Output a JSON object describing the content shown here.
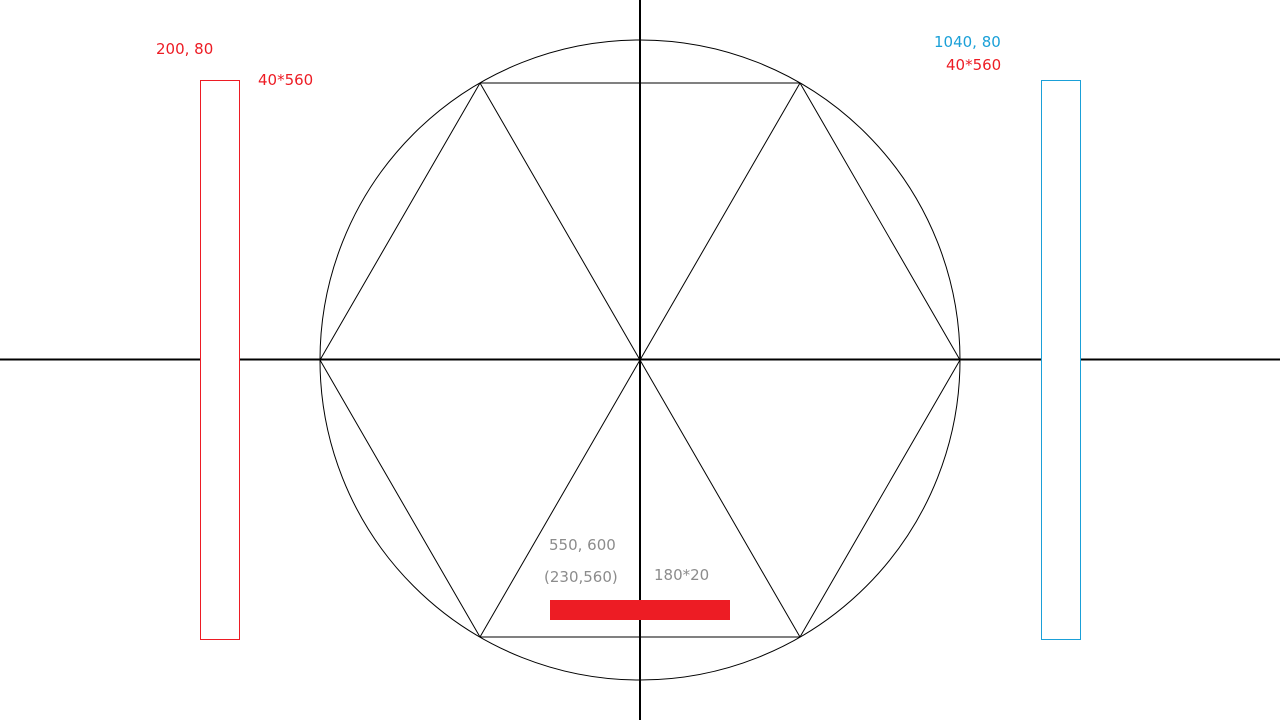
{
  "colors": {
    "background": "#ffffff",
    "stroke": "#000000",
    "left_paddle": "#ed1c24",
    "right_paddle": "#1aa0d8",
    "bar": "#ed1c24",
    "label_red": "#ed1c24",
    "label_blue": "#1aa0d8",
    "label_gray": "#8c8c8c"
  },
  "left_paddle": {
    "position_label": "200, 80",
    "size_label": "40*560"
  },
  "right_paddle": {
    "position_label": "1040, 80",
    "size_label": "40*560"
  },
  "bottom_bar": {
    "position_label": "550, 600",
    "offset_label": "(230,560)",
    "size_label": "180*20"
  }
}
